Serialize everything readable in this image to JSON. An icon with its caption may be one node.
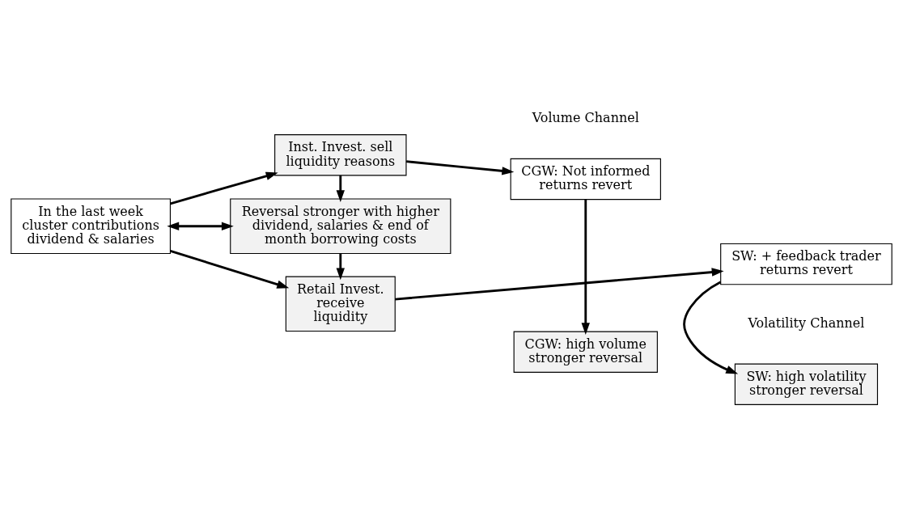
{
  "diagram": {
    "nodes": [
      {
        "text": [
          "In the last week cluster contributions dividend & salaries"
        ]
      },
      {
        "text": [
          "Inst. Invest. sell liquidity reasons"
        ]
      },
      {
        "text": [
          "Reversal stronger with higher dividend, salaries & end of month borrowing costs"
        ]
      },
      {
        "text": [
          "Retail Invest. receive liquidity"
        ]
      },
      {
        "text": [
          "CGW: Not informed returns revert"
        ]
      },
      {
        "text": [
          "CGW: high volume stronger reversal"
        ]
      },
      {
        "text": [
          "SW: high volatility stronger reversal"
        ]
      },
      {
        "text": [
          "SW: + feedback trader returns revert"
        ]
      }
    ],
    "edges": [
      {
        "from": 0,
        "to": 1,
        "arrow": "to"
      },
      {
        "from": 0,
        "to": 2,
        "arrow": "both"
      },
      {
        "from": 0,
        "to": 3,
        "arrow": "to"
      },
      {
        "from": 1,
        "to": 2,
        "arrow": "to"
      },
      {
        "from": 2,
        "to": 3,
        "arrow": "to"
      },
      {
        "from": 1,
        "to": 4,
        "arrow": "to"
      },
      {
        "from": 4,
        "to": 5,
        "arrow": "to"
      },
      {
        "from": 3,
        "to": 7,
        "arrow": "to"
      },
      {
        "from": 7,
        "to": 6,
        "arrow": "to"
      }
    ],
    "labels": [
      "Volume Channel",
      "Volatility Channel"
    ]
  }
}
